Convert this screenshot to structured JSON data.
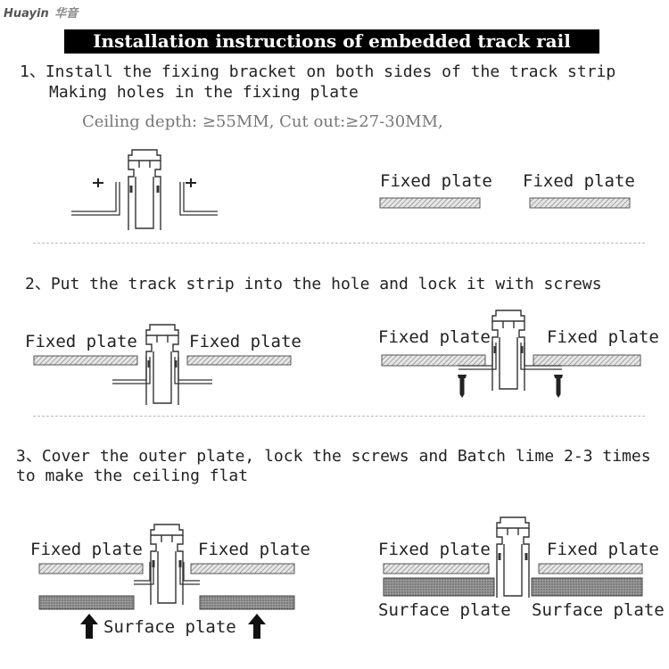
{
  "logo": {
    "text": "Huayin",
    "cn": "华音"
  },
  "title": "Installation instructions of embedded track rail",
  "step1": {
    "line1": "1、Install the fixing bracket on both sides of the track strip",
    "line2": "Making holes in the fixing plate",
    "spec": "Ceiling depth: ≥55MM, Cut out:≥27-30MM,"
  },
  "step2": {
    "line1": "2、Put the track strip into the hole and lock it with screws"
  },
  "step3": {
    "line1": "3、Cover the outer plate, lock the screws and Batch lime 2-3 times",
    "line2": "to make the ceiling flat"
  },
  "labels": {
    "fixed_plate": "Fixed plate",
    "surface_plate": "Surface plate"
  }
}
